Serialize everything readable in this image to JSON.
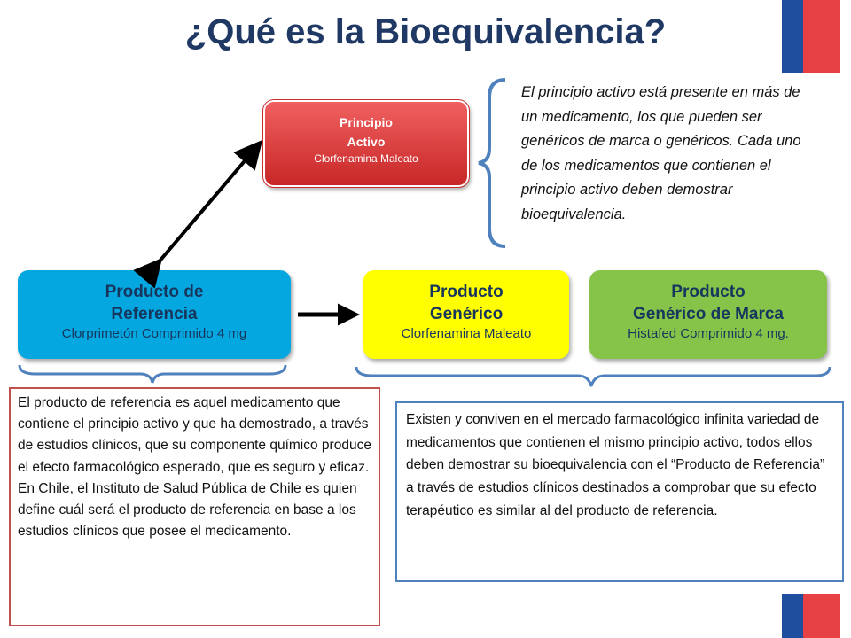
{
  "title": "¿Qué es la Bioequivalencia?",
  "principio": {
    "line1": "Principio",
    "line2": "Activo",
    "sub": "Clorfenamina Maleato"
  },
  "description": "El principio activo está presente en más de un medicamento, los que pueden ser genéricos de marca o genéricos. Cada uno de los medicamentos que contienen el principio activo deben demostrar bioequivalencia.",
  "referencia": {
    "line1": "Producto de",
    "line2": "Referencia",
    "sub": "Clorprimetón Comprimido 4 mg"
  },
  "generico": {
    "line1": "Producto",
    "line2": "Genérico",
    "sub": "Clorfenamina Maleato"
  },
  "marca": {
    "line1": "Producto",
    "line2": "Genérico de Marca",
    "sub": "Histafed Comprimido 4 mg."
  },
  "left_text": {
    "p1": "El producto de referencia es aquel medicamento que contiene el principio activo y que ha demostrado, a través de estudios clínicos, que su componente químico produce el efecto farmacológico esperado, que es seguro y eficaz.",
    "p2": "En Chile, el Instituto de Salud Pública de Chile es quien define cuál será el producto de referencia en base a los estudios clínicos que posee el medicamento."
  },
  "right_text": "Existen y conviven en el mercado farmacológico infinita variedad de medicamentos que contienen el mismo principio activo, todos ellos deben demostrar su bioequivalencia con el “Producto de Referencia” a través de estudios clínicos destinados a comprobar que su efecto terapéutico es similar al del producto de referencia.",
  "colors": {
    "title": "#1f3864",
    "principio": "#d83b3b",
    "referencia": "#05a7e0",
    "generico": "#ffff00",
    "marca": "#86c449"
  }
}
